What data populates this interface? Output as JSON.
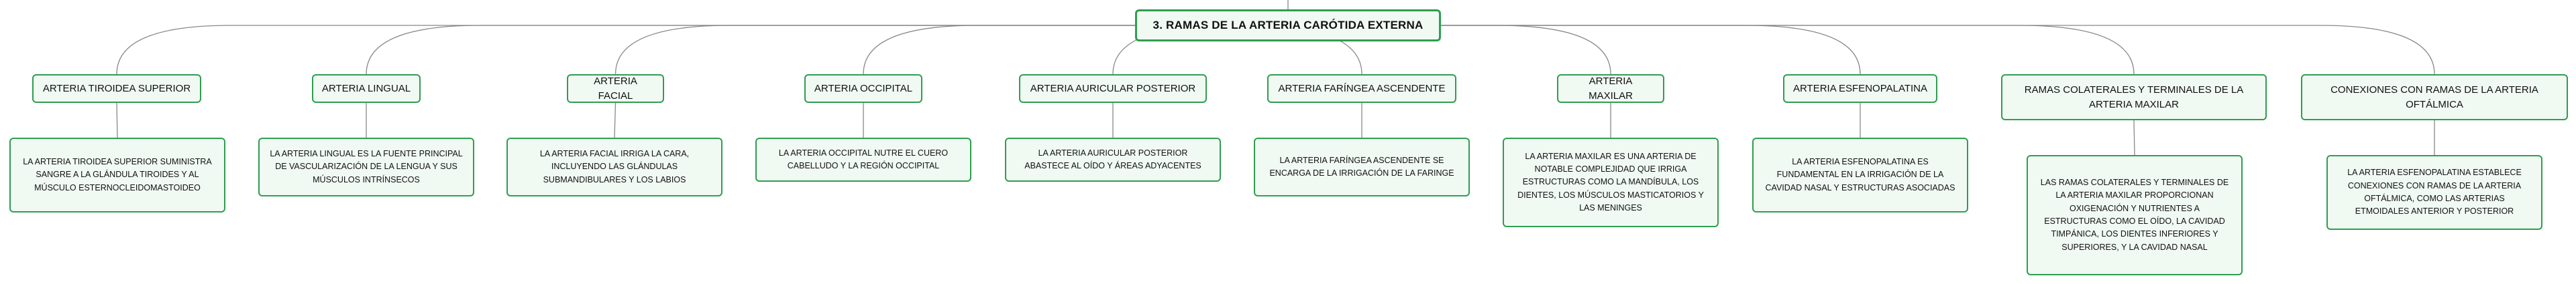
{
  "root": {
    "label": "3. RAMAS DE LA ARTERIA CARÓTIDA EXTERNA"
  },
  "branches": [
    {
      "title": "ARTERIA TIROIDEA SUPERIOR",
      "description": "LA ARTERIA TIROIDEA SUPERIOR SUMINISTRA SANGRE A LA GLÁNDULA TIROIDES Y AL MÚSCULO ESTERNOCLEIDOMASTOIDEO"
    },
    {
      "title": "ARTERIA LINGUAL",
      "description": "LA ARTERIA LINGUAL ES LA FUENTE PRINCIPAL DE VASCULARIZACIÓN DE LA LENGUA Y SUS MÚSCULOS INTRÍNSECOS"
    },
    {
      "title": "ARTERIA FACIAL",
      "description": "LA ARTERIA FACIAL IRRIGA LA CARA, INCLUYENDO LAS GLÁNDULAS SUBMANDIBULARES Y LOS LABIOS"
    },
    {
      "title": "ARTERIA OCCIPITAL",
      "description": "LA ARTERIA OCCIPITAL NUTRE EL CUERO CABELLUDO Y LA REGIÓN OCCIPITAL"
    },
    {
      "title": "ARTERIA AURICULAR POSTERIOR",
      "description": "LA ARTERIA AURICULAR POSTERIOR ABASTECE AL OÍDO Y ÁREAS ADYACENTES"
    },
    {
      "title": "ARTERIA FARÍNGEA ASCENDENTE",
      "description": "LA ARTERIA FARÍNGEA ASCENDENTE SE ENCARGA DE LA IRRIGACIÓN DE LA FARINGE"
    },
    {
      "title": "ARTERIA MAXILAR",
      "description": "LA ARTERIA MAXILAR ES UNA ARTERIA DE NOTABLE COMPLEJIDAD QUE IRRIGA ESTRUCTURAS COMO LA MANDÍBULA, LOS DIENTES, LOS MÚSCULOS MASTICATORIOS Y LAS MENINGES"
    },
    {
      "title": "ARTERIA ESFENOPALATINA",
      "description": "LA ARTERIA ESFENOPALATINA ES FUNDAMENTAL EN LA IRRIGACIÓN DE LA CAVIDAD NASAL Y ESTRUCTURAS ASOCIADAS"
    },
    {
      "title": "RAMAS COLATERALES Y TERMINALES DE LA ARTERIA MAXILAR",
      "description": "LAS RAMAS COLATERALES Y TERMINALES DE LA ARTERIA MAXILAR PROPORCIONAN OXIGENACIÓN Y NUTRIENTES A ESTRUCTURAS COMO EL OÍDO, LA CAVIDAD TIMPÁNICA, LOS DIENTES INFERIORES Y SUPERIORES, Y LA CAVIDAD NASAL"
    },
    {
      "title": "CONEXIONES CON RAMAS DE LA ARTERIA OFTÁLMICA",
      "description": "LA ARTERIA ESFENOPALATINA ESTABLECE CONEXIONES CON RAMAS DE LA ARTERIA OFTÁLMICA, COMO LAS ARTERIAS ETMOIDALES ANTERIOR Y POSTERIOR"
    }
  ],
  "colors": {
    "border": "#2e9e50",
    "fill": "#f1f9f3",
    "connector": "#888888"
  }
}
